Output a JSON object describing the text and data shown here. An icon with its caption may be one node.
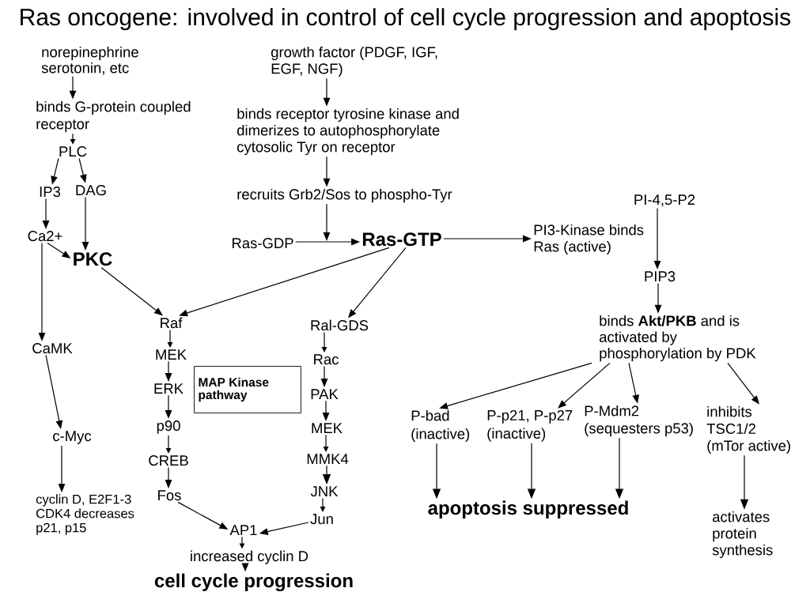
{
  "diagram": {
    "title": "Ras oncogene: involved in control of cell cycle progression and apoptosis",
    "nodes": [
      {
        "text": [
          "norepinephrine serotonin, etc"
        ]
      },
      {
        "text": [
          "growth factor (PDGF, IGF, EGF, NGF)"
        ]
      },
      {
        "text": [
          "binds G-protein coupled receptor"
        ]
      },
      {
        "text": [
          "binds receptor tyrosine kinase and dimerizes to autophosphorylate cytosolic Tyr on receptor"
        ]
      },
      {
        "text": [
          "PLC"
        ]
      },
      {
        "text": [
          "IP3"
        ]
      },
      {
        "text": [
          "DAG"
        ]
      },
      {
        "text": [
          "recruits Grb2/Sos to phospho-Tyr"
        ]
      },
      {
        "text": [
          "PI-4,5-P2"
        ]
      },
      {
        "text": [
          "Ca2+"
        ]
      },
      {
        "text": [
          "PKC"
        ]
      },
      {
        "text": [
          "Ras-GDP"
        ]
      },
      {
        "text": [
          "Ras-GTP"
        ]
      },
      {
        "text": [
          "PI3-Kinase binds Ras (active)"
        ]
      },
      {
        "text": [
          "PIP3"
        ]
      },
      {
        "text": [
          "Raf"
        ]
      },
      {
        "text": [
          "binds **Akt/PKB** and is activated by phosphorylation by PDK"
        ]
      },
      {
        "text": [
          "Ral-GDS"
        ]
      },
      {
        "text": [
          "CaMK"
        ]
      },
      {
        "text": [
          "MEK"
        ]
      },
      {
        "text": [
          "Rac"
        ]
      },
      {
        "text": [
          "MAP Kinase pathway"
        ]
      },
      {
        "text": [
          "ERK"
        ]
      },
      {
        "text": [
          "PAK"
        ]
      },
      {
        "text": [
          "p90"
        ]
      },
      {
        "text": [
          "MEK"
        ]
      },
      {
        "text": [
          "P-bad (inactive)"
        ]
      },
      {
        "text": [
          "P-p21, P-p27 (inactive)"
        ]
      },
      {
        "text": [
          "P-Mdm2 (sequesters p53)"
        ]
      },
      {
        "text": [
          "inhibits TSC1/2 (mTor active)"
        ]
      },
      {
        "text": [
          "c-Myc"
        ]
      },
      {
        "text": [
          "CREB"
        ]
      },
      {
        "text": [
          "MMK4"
        ]
      },
      {
        "text": [
          "Fos"
        ]
      },
      {
        "text": [
          "JNK"
        ]
      },
      {
        "text": [
          "cyclin D, E2F1-3 CDK4 decreases p21, p15"
        ]
      },
      {
        "text": [
          "Jun"
        ]
      },
      {
        "text": [
          "apoptosis suppressed"
        ]
      },
      {
        "text": [
          "activates protein synthesis"
        ]
      },
      {
        "text": [
          "AP1"
        ]
      },
      {
        "text": [
          "increased cyclin D"
        ]
      },
      {
        "text": [
          "cell cycle progression"
        ]
      }
    ],
    "edges": [
      {
        "from": 0,
        "to": 2,
        "arrow": "to"
      },
      {
        "from": 2,
        "to": 4,
        "arrow": "to"
      },
      {
        "from": 4,
        "to": 5,
        "arrow": "to"
      },
      {
        "from": 4,
        "to": 6,
        "arrow": "to"
      },
      {
        "from": 5,
        "to": 9,
        "arrow": "to"
      },
      {
        "from": 6,
        "to": 10,
        "arrow": "to"
      },
      {
        "from": 9,
        "to": 10,
        "arrow": "to"
      },
      {
        "from": 9,
        "to": 18,
        "arrow": "to"
      },
      {
        "from": 18,
        "to": 30,
        "arrow": "to"
      },
      {
        "from": 30,
        "to": 35,
        "arrow": "to"
      },
      {
        "from": 1,
        "to": 3,
        "arrow": "to"
      },
      {
        "from": 3,
        "to": 7,
        "arrow": "to"
      },
      {
        "from": 7,
        "to": null,
        "arrow": "to"
      },
      {
        "from": 11,
        "to": 12,
        "arrow": "to"
      },
      {
        "from": 12,
        "to": 13,
        "arrow": "to"
      },
      {
        "from": 8,
        "to": 14,
        "arrow": "to"
      },
      {
        "from": 14,
        "to": 16,
        "arrow": "to"
      },
      {
        "from": 10,
        "to": 15,
        "arrow": "to"
      },
      {
        "from": 12,
        "to": 15,
        "arrow": "to"
      },
      {
        "from": 12,
        "to": 17,
        "arrow": "to"
      },
      {
        "from": 15,
        "to": 19,
        "arrow": "to"
      },
      {
        "from": 19,
        "to": 22,
        "arrow": "to"
      },
      {
        "from": 22,
        "to": 24,
        "arrow": "to"
      },
      {
        "from": 24,
        "to": 31,
        "arrow": "to"
      },
      {
        "from": 31,
        "to": 33,
        "arrow": "to"
      },
      {
        "from": 33,
        "to": 39,
        "arrow": "to"
      },
      {
        "from": 17,
        "to": 20,
        "arrow": "to"
      },
      {
        "from": 20,
        "to": 23,
        "arrow": "to"
      },
      {
        "from": 23,
        "to": 25,
        "arrow": "to"
      },
      {
        "from": 25,
        "to": 32,
        "arrow": "to"
      },
      {
        "from": 32,
        "to": 34,
        "arrow": "to"
      },
      {
        "from": 34,
        "to": 36,
        "arrow": "to"
      },
      {
        "from": 36,
        "to": 39,
        "arrow": "to"
      },
      {
        "from": 39,
        "to": 40,
        "arrow": "to"
      },
      {
        "from": 40,
        "to": 41,
        "arrow": "to"
      },
      {
        "from": 16,
        "to": 26,
        "arrow": "to"
      },
      {
        "from": 16,
        "to": 27,
        "arrow": "to"
      },
      {
        "from": 16,
        "to": 28,
        "arrow": "to"
      },
      {
        "from": 16,
        "to": 29,
        "arrow": "to"
      },
      {
        "from": 26,
        "to": 37,
        "arrow": "to"
      },
      {
        "from": 27,
        "to": 37,
        "arrow": "to"
      },
      {
        "from": 28,
        "to": 37,
        "arrow": "to"
      },
      {
        "from": 29,
        "to": 38,
        "arrow": "to"
      }
    ]
  }
}
